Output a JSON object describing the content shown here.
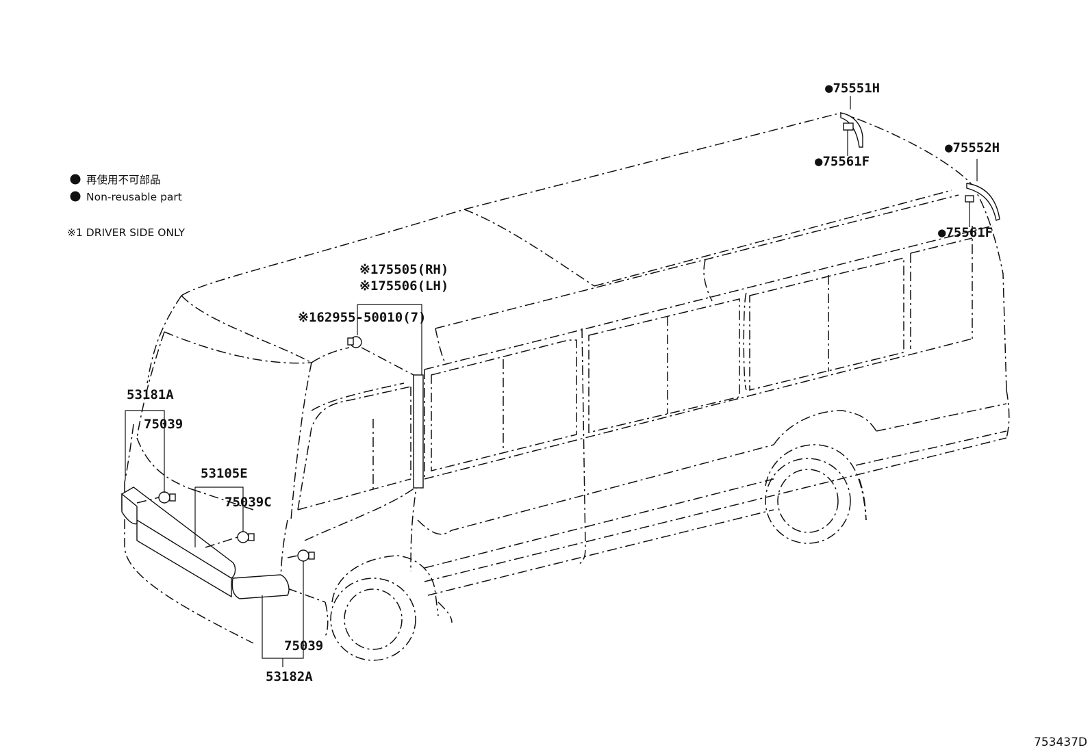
{
  "legend": {
    "jp": "再使用不可部品",
    "en": "Non-reusable part",
    "note": "※1 DRIVER SIDE ONLY"
  },
  "labels": {
    "p75551H": "●75551H",
    "p75552H": "●75552H",
    "p75561F_a": "●75561F",
    "p75561F_b": "●75561F",
    "p75505": "※175505(RH)",
    "p75506": "※175506(LH)",
    "p62955": "※162955-50010(7)",
    "p53181A": "53181A",
    "p75039_a": "75039",
    "p53105E": "53105E",
    "p75039C": "75039C",
    "p75039_b": "75039",
    "p53182A": "53182A"
  },
  "diagram_code": "753437D"
}
